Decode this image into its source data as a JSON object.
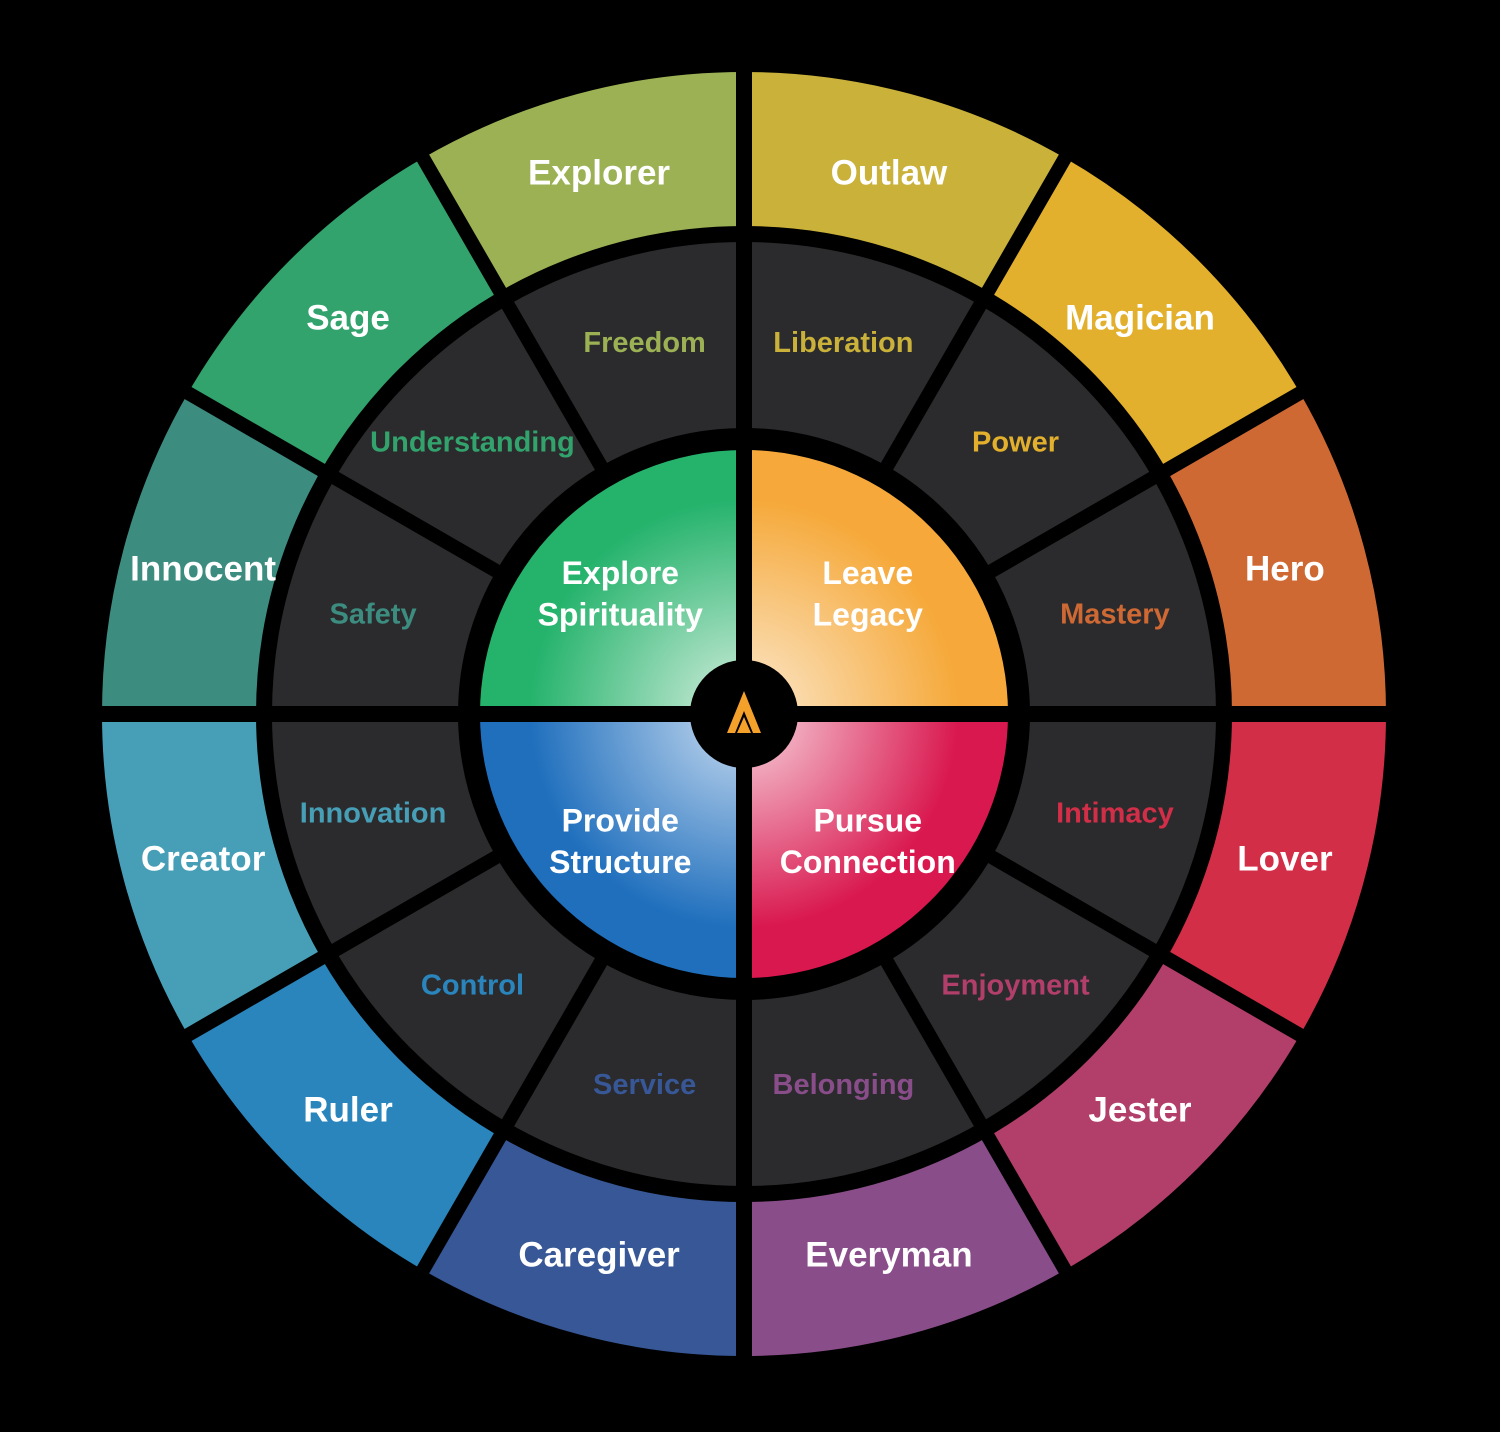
{
  "wheel": {
    "colors": {
      "background": "#000000",
      "ring": "#2b2b2d",
      "divider": "#000000"
    },
    "segments": [
      {
        "archetype": "Outlaw",
        "value": "Liberation",
        "color": "#c9b13a"
      },
      {
        "archetype": "Magician",
        "value": "Power",
        "color": "#e2b02c"
      },
      {
        "archetype": "Hero",
        "value": "Mastery",
        "color": "#cf6934"
      },
      {
        "archetype": "Lover",
        "value": "Intimacy",
        "color": "#d22e48"
      },
      {
        "archetype": "Jester",
        "value": "Enjoyment",
        "color": "#b23e6a"
      },
      {
        "archetype": "Everyman",
        "value": "Belonging",
        "color": "#894d8a"
      },
      {
        "archetype": "Caregiver",
        "value": "Service",
        "color": "#375797"
      },
      {
        "archetype": "Ruler",
        "value": "Control",
        "color": "#2a85bd"
      },
      {
        "archetype": "Creator",
        "value": "Innovation",
        "color": "#479fb7"
      },
      {
        "archetype": "Innocent",
        "value": "Safety",
        "color": "#3c8c80"
      },
      {
        "archetype": "Sage",
        "value": "Understanding",
        "color": "#32a36c"
      },
      {
        "archetype": "Explorer",
        "value": "Freedom",
        "color": "#9bb154"
      }
    ],
    "core": [
      {
        "line1": "Leave",
        "line2": "Legacy",
        "color": "#f6a93a",
        "light": "#fbe9cf"
      },
      {
        "line1": "Pursue",
        "line2": "Connection",
        "color": "#d9184f",
        "light": "#f8d6df"
      },
      {
        "line1": "Provide",
        "line2": "Structure",
        "color": "#1f6fbd",
        "light": "#c9dcf1"
      },
      {
        "line1": "Explore",
        "line2": "Spirituality",
        "color": "#25b36c",
        "light": "#d6efe0"
      }
    ],
    "logo": {
      "icon": "logo-triangle-icon",
      "color": "#f4a12c"
    }
  }
}
